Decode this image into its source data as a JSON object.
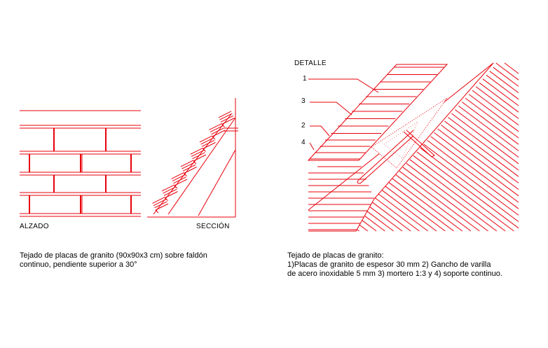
{
  "labels": {
    "alzado": "ALZADO",
    "seccion": "SECCIÓN",
    "detalle": "DETALLE",
    "callout_1": "1",
    "callout_3": "3",
    "callout_2": "2",
    "callout_4": "4"
  },
  "captions": {
    "left": {
      "line1": "Tejado de placas de granito (90x90x3 cm) sobre faldón",
      "line2": "continuo, pendiente superior a 30°"
    },
    "right": {
      "line1": "Tejado de placas de granito:",
      "line2": "1)Placas de granito de espesor 30 mm 2) Gancho de varilla",
      "line3": "de acero inoxidable 5 mm 3) mortero 1:3 y 4) soporte continuo."
    }
  },
  "colors": {
    "line": "#e8000b",
    "text": "#000000",
    "background": "#ffffff"
  }
}
